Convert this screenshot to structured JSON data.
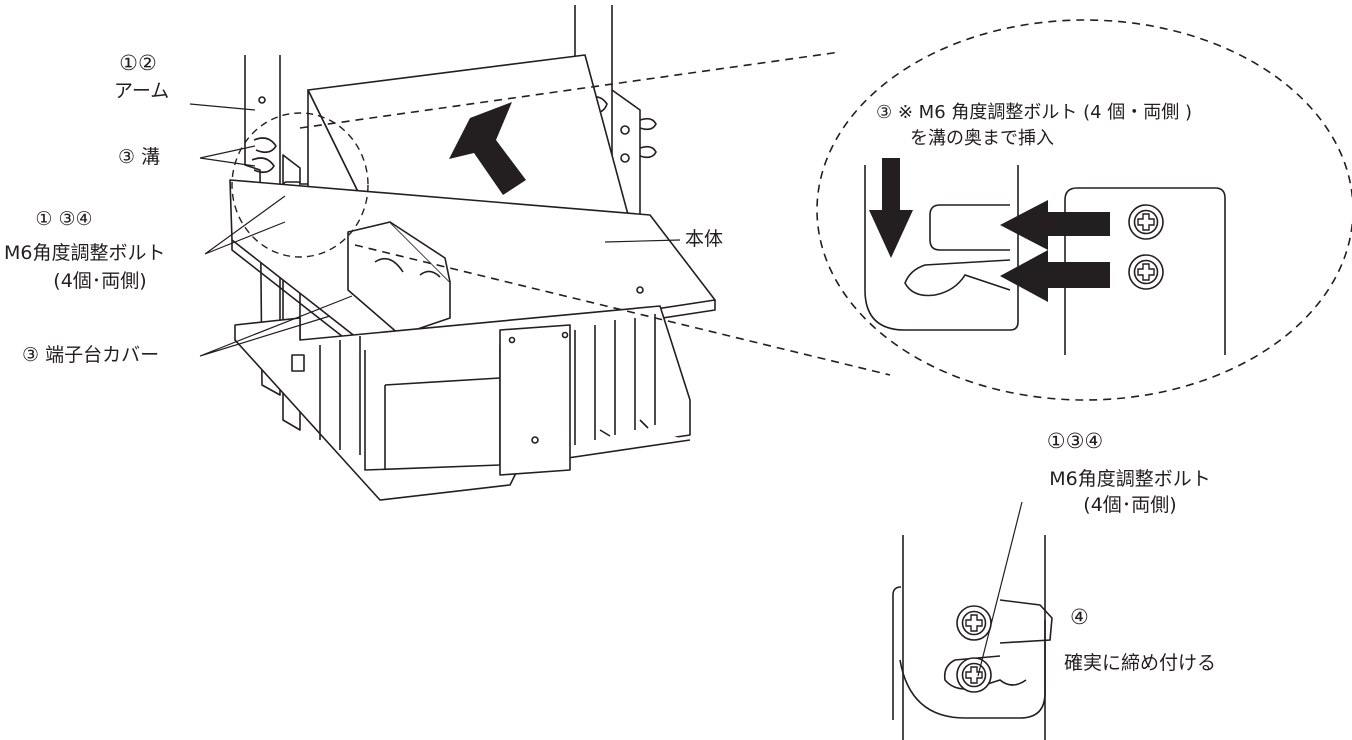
{
  "labels": {
    "arm_num": "①②",
    "arm_name": "アーム",
    "groove": "③ 溝",
    "bolt_num": "① ③④",
    "bolt_name": "M6角度調整ボルト",
    "bolt_qty": "(4個･両側)",
    "terminal_cover": "③ 端子台カバー",
    "main_body": "本体",
    "detail_note_line1": "③ ※ M6 角度調整ボルト (4 個・両側 )",
    "detail_note_line2": "を溝の奥まで挿入",
    "detail2_num": "①③④",
    "detail2_bolt_name": "M6角度調整ボルト",
    "detail2_bolt_qty": "(4個･両側)",
    "step4_num": "④",
    "step4_text": "確実に締め付ける"
  },
  "colors": {
    "line": "#231f20",
    "arrow": "#231f20",
    "background": "#ffffff"
  }
}
